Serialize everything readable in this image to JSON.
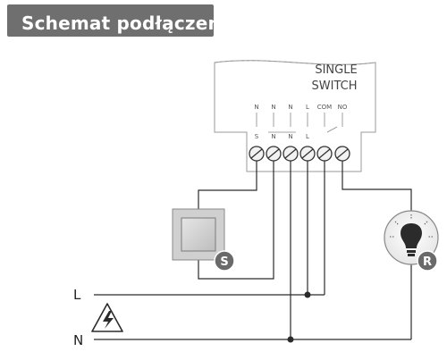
{
  "title": "Schemat podłączenia",
  "device": {
    "line1": "SINGLE",
    "line2": "SWITCH"
  },
  "pins": {
    "top": [
      "N",
      "N",
      "N",
      "L",
      "COM",
      "NO"
    ],
    "mid": [
      "S",
      "N",
      "N",
      "L"
    ]
  },
  "lines": {
    "live": "L",
    "neutral": "N"
  },
  "badges": {
    "switch": "S",
    "relay": "R"
  },
  "colors": {
    "banner": "#6f6f6f",
    "wire": "#2b2b2b",
    "badge": "#6a6a6a"
  }
}
